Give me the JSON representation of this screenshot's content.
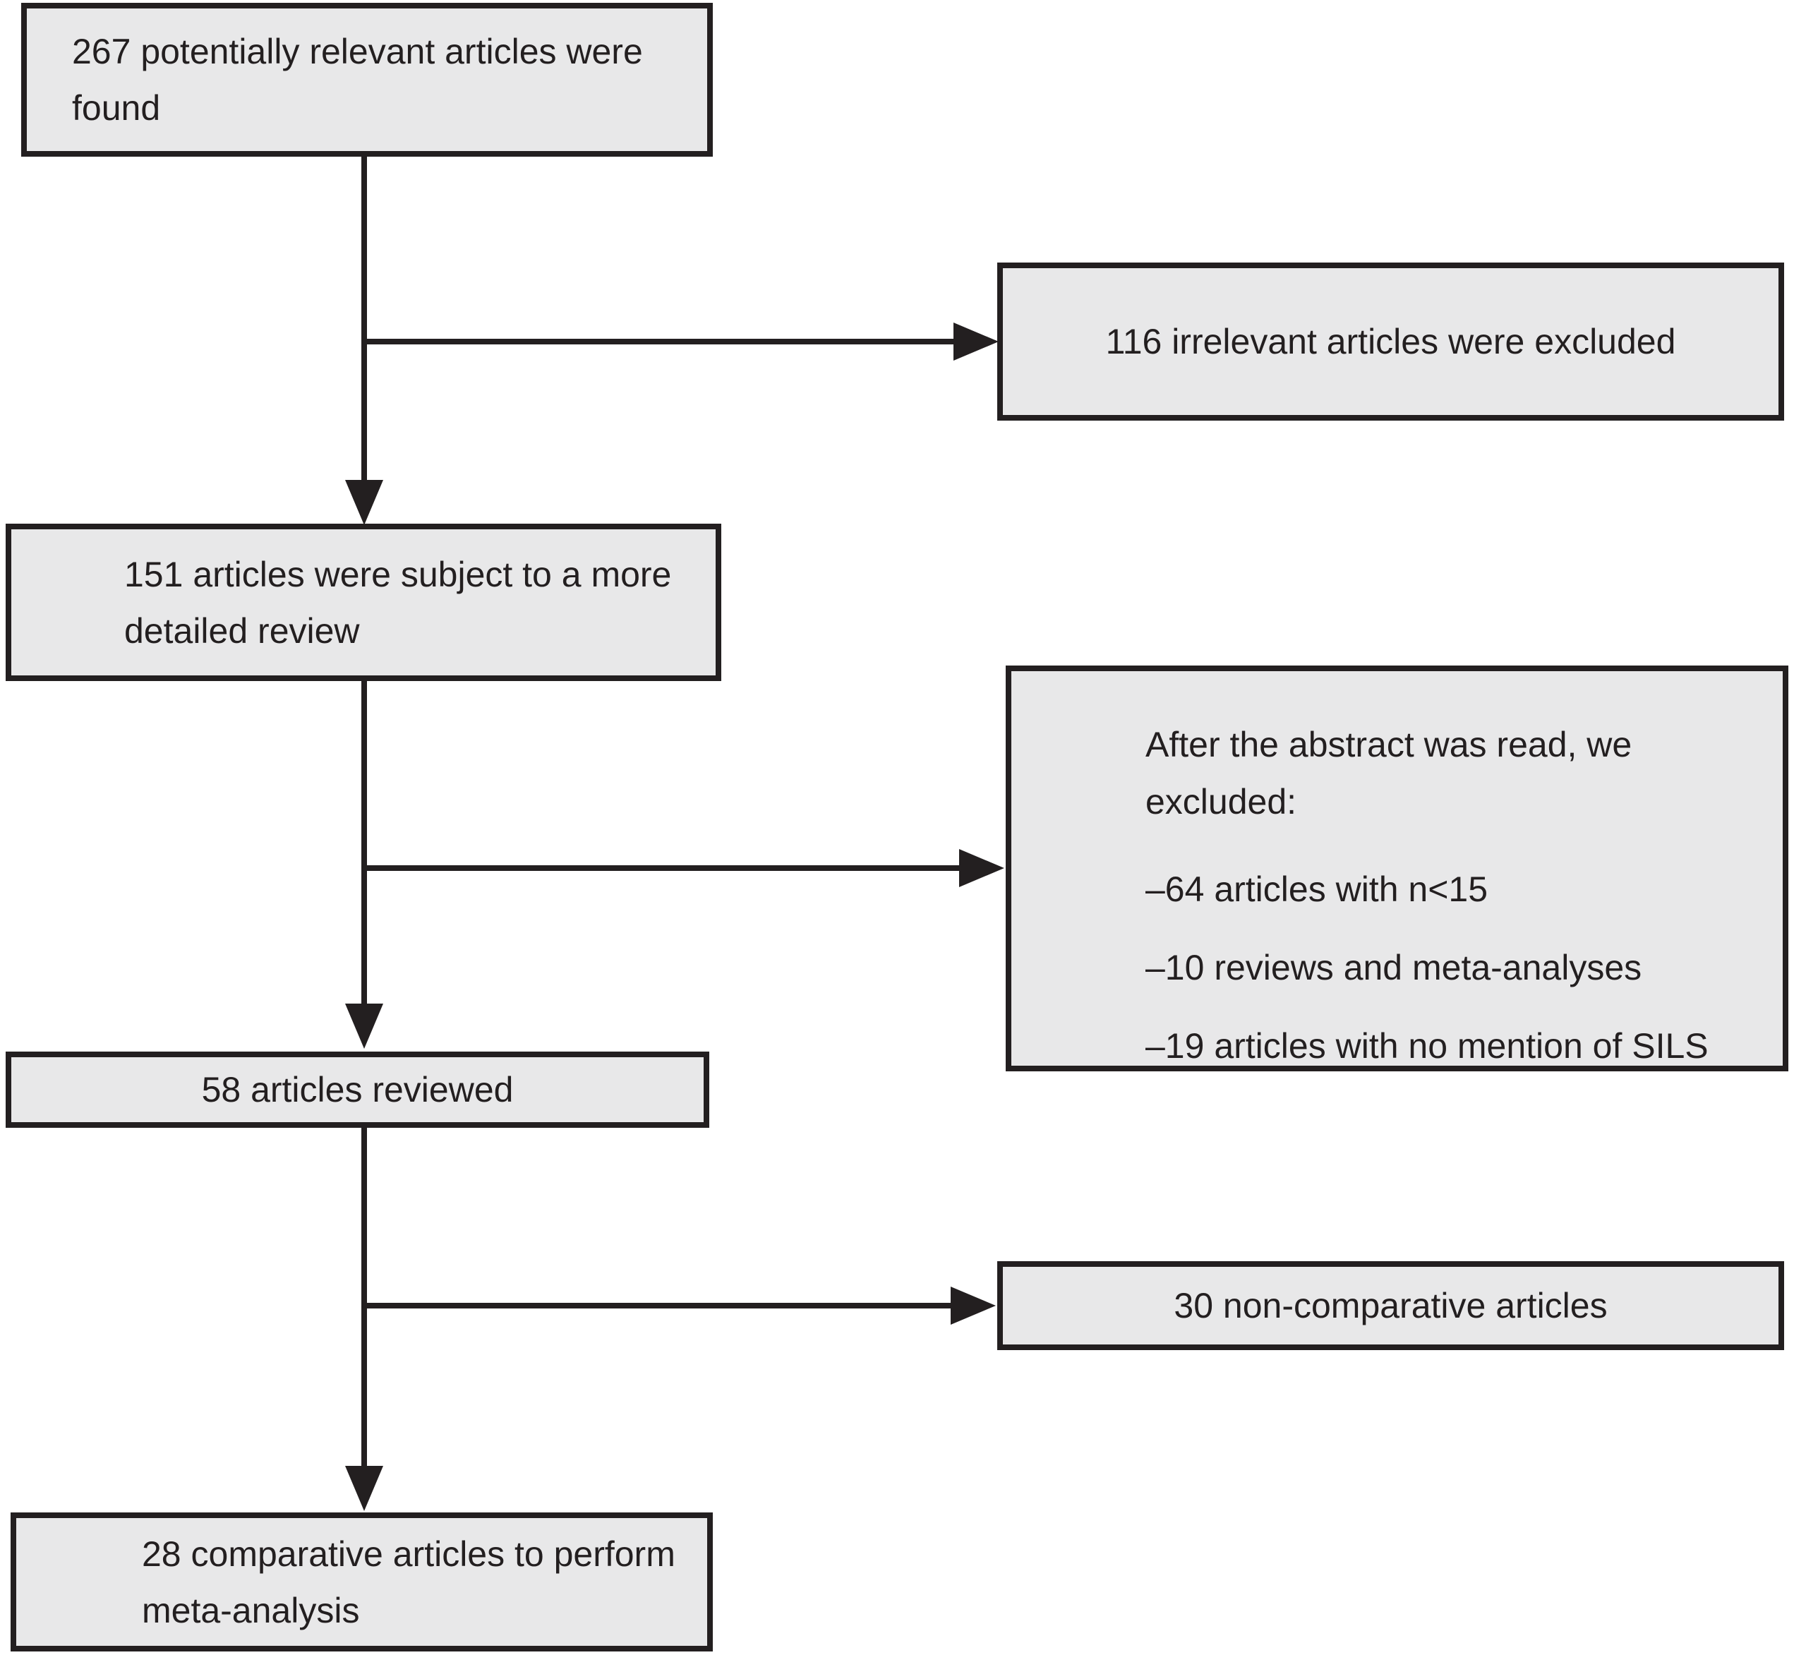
{
  "diagram": {
    "title": "Article selection flowchart for meta-analysis",
    "colors": {
      "background": "#ffffff",
      "box_fill": "#e8e8e9",
      "box_border": "#231f20",
      "arrow": "#231f20",
      "text": "#231f20"
    },
    "boxes": {
      "found": "267 potentially relevant articles were found",
      "irrelevant_excluded": "116 irrelevant articles were excluded",
      "detailed_review": "151 articles were subject to a more detailed review",
      "abstract_excluded_intro": "After the abstract was read, we excluded:",
      "abstract_excluded_items": [
        "–64 articles with n<15",
        "–10 reviews and meta-analyses",
        "–19 articles with no mention of SILS"
      ],
      "reviewed": "58 articles reviewed",
      "non_comparative": "30 non-comparative articles",
      "final": "28 comparative articles to perform meta-analysis"
    }
  }
}
